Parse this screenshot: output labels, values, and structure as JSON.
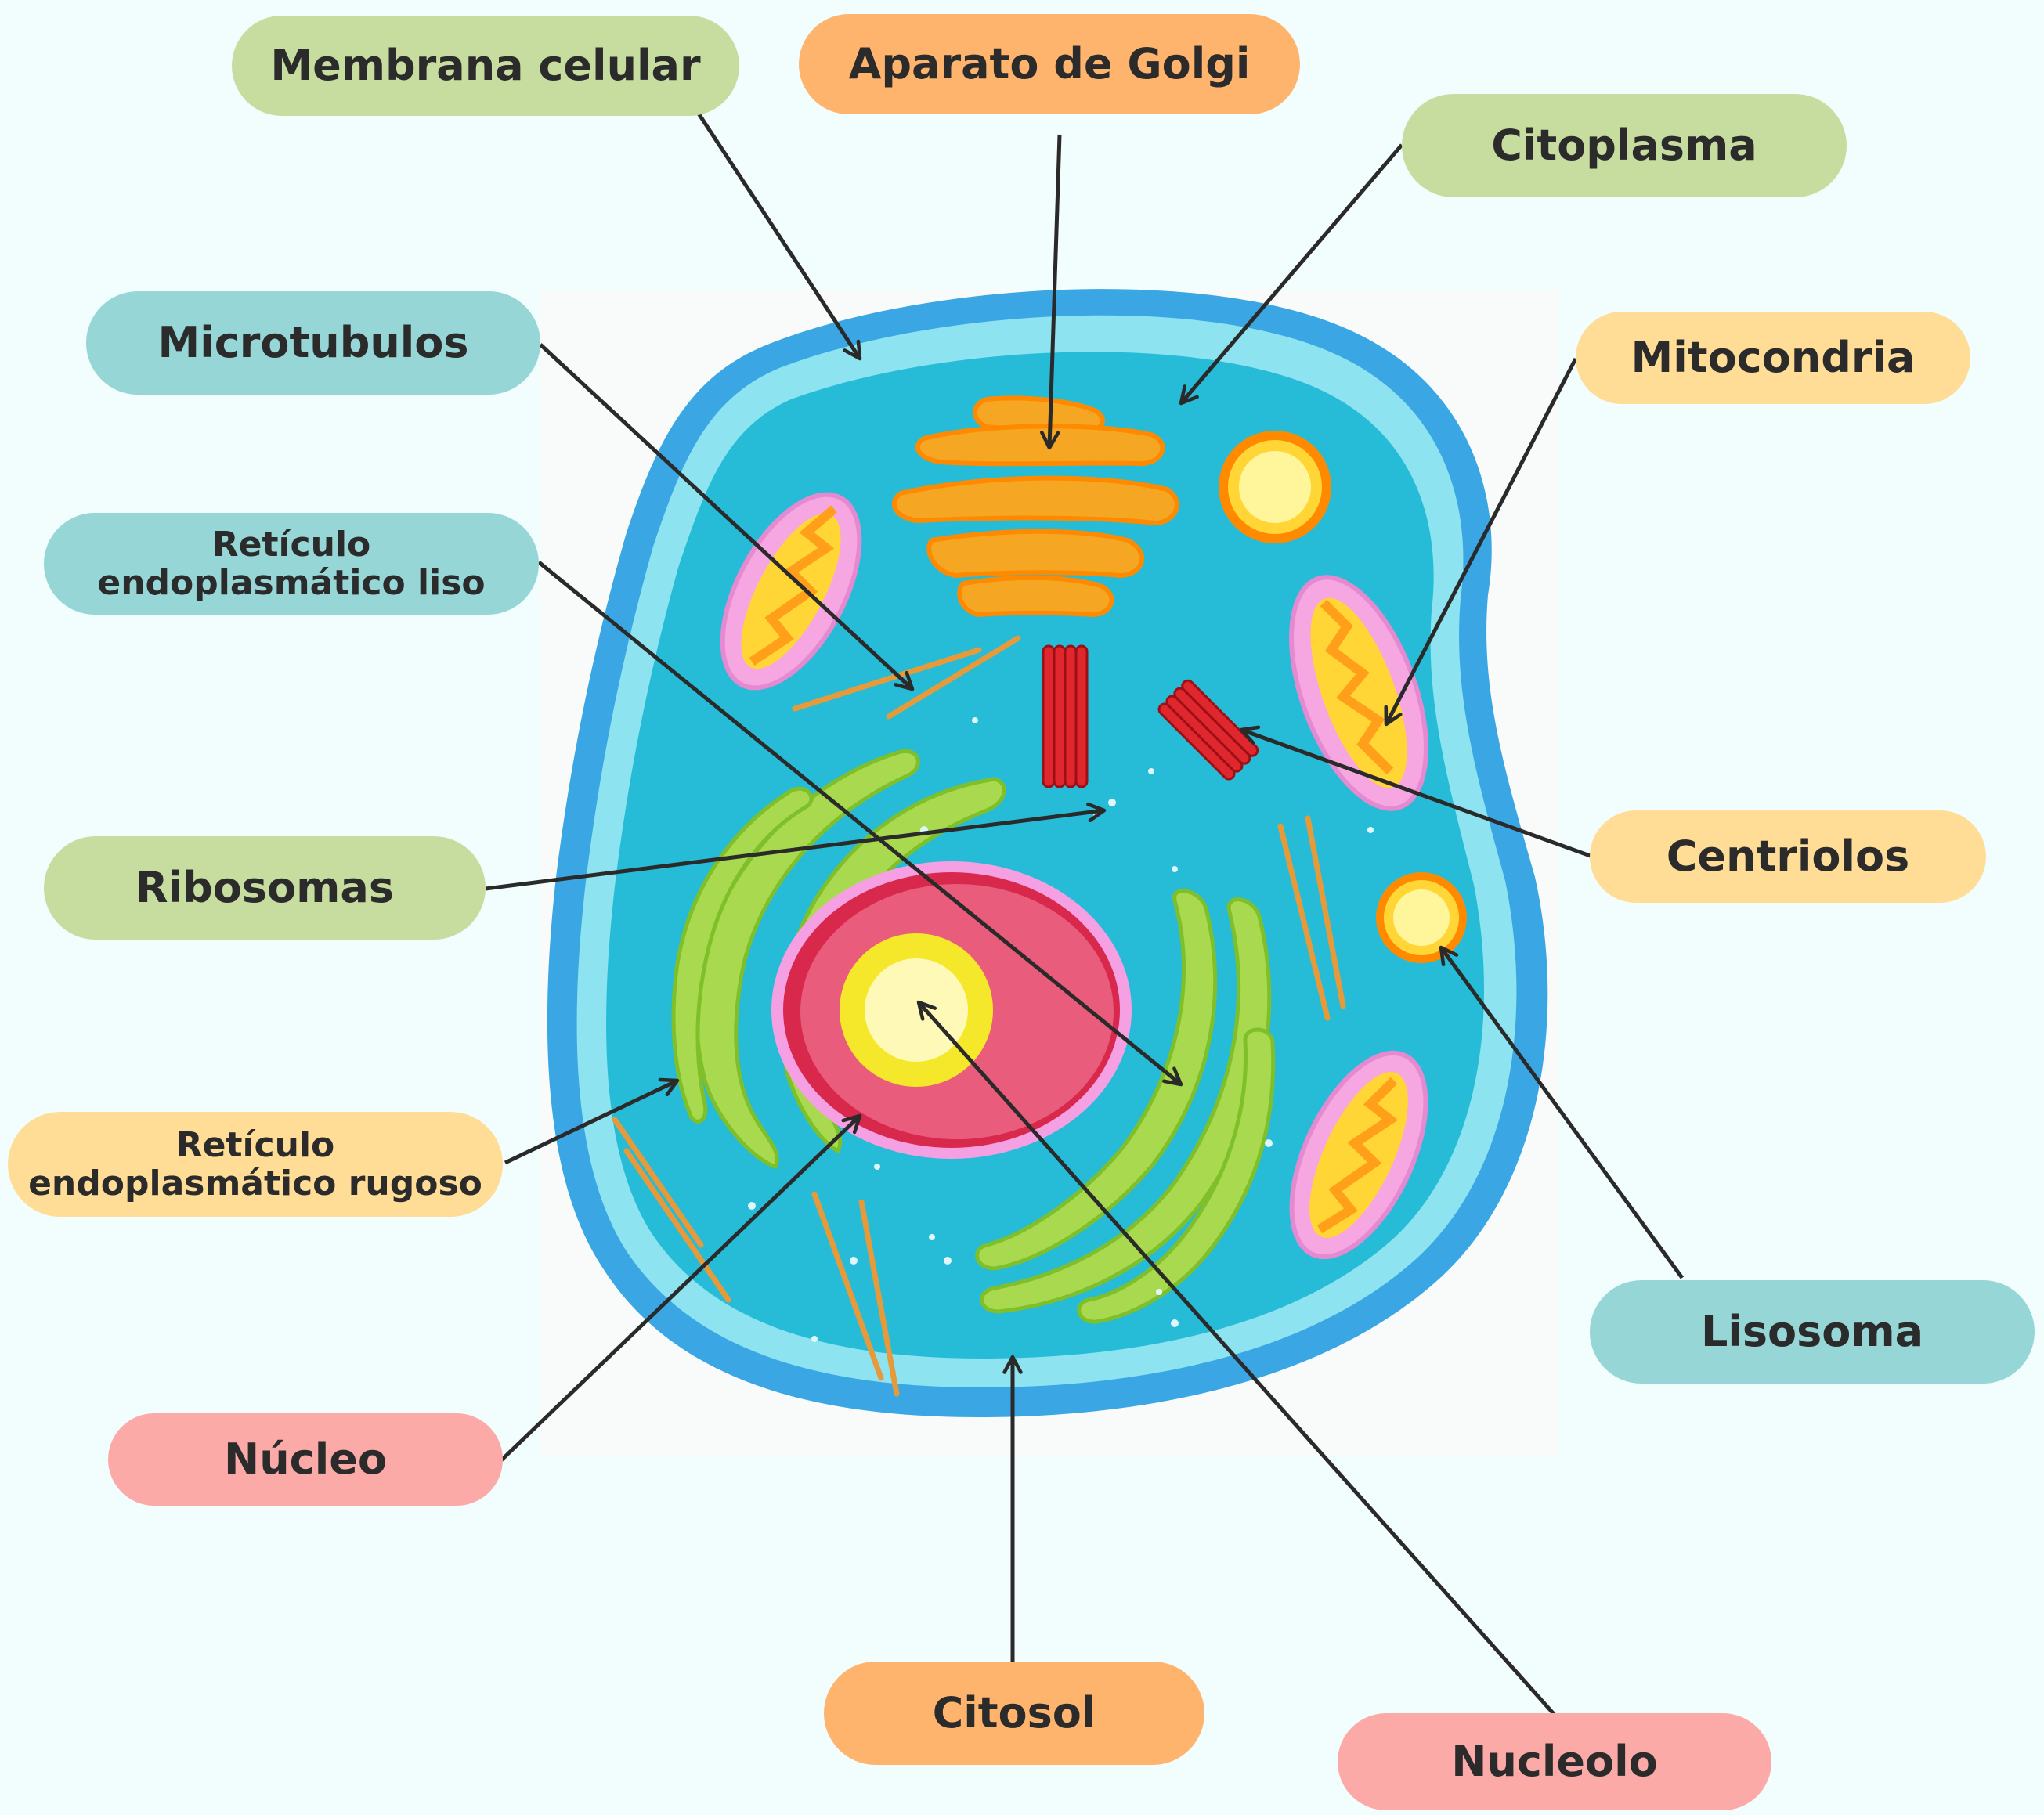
{
  "labels": {
    "membrana": "Membrana celular",
    "golgi": "Aparato de Golgi",
    "citoplasma": "Citoplasma",
    "microtubulos": "Microtubulos",
    "mitocondria": "Mitocondria",
    "rel_line1": "Retículo",
    "rel_line2": "endoplasmático liso",
    "ribosomas": "Ribosomas",
    "centriolos": "Centriolos",
    "rer_line1": "Retículo",
    "rer_line2": "endoplasmático rugoso",
    "lisosoma": "Lisosoma",
    "nucleo": "Núcleo",
    "citosol": "Citosol",
    "nucleolo": "Nucleolo"
  },
  "colors": {
    "green": "#c7dda0",
    "orange": "#ffb46e",
    "teal": "#96d6d6",
    "yellow": "#ffdd96",
    "pink": "#fcaaa8",
    "line": "#2a2a2a"
  }
}
